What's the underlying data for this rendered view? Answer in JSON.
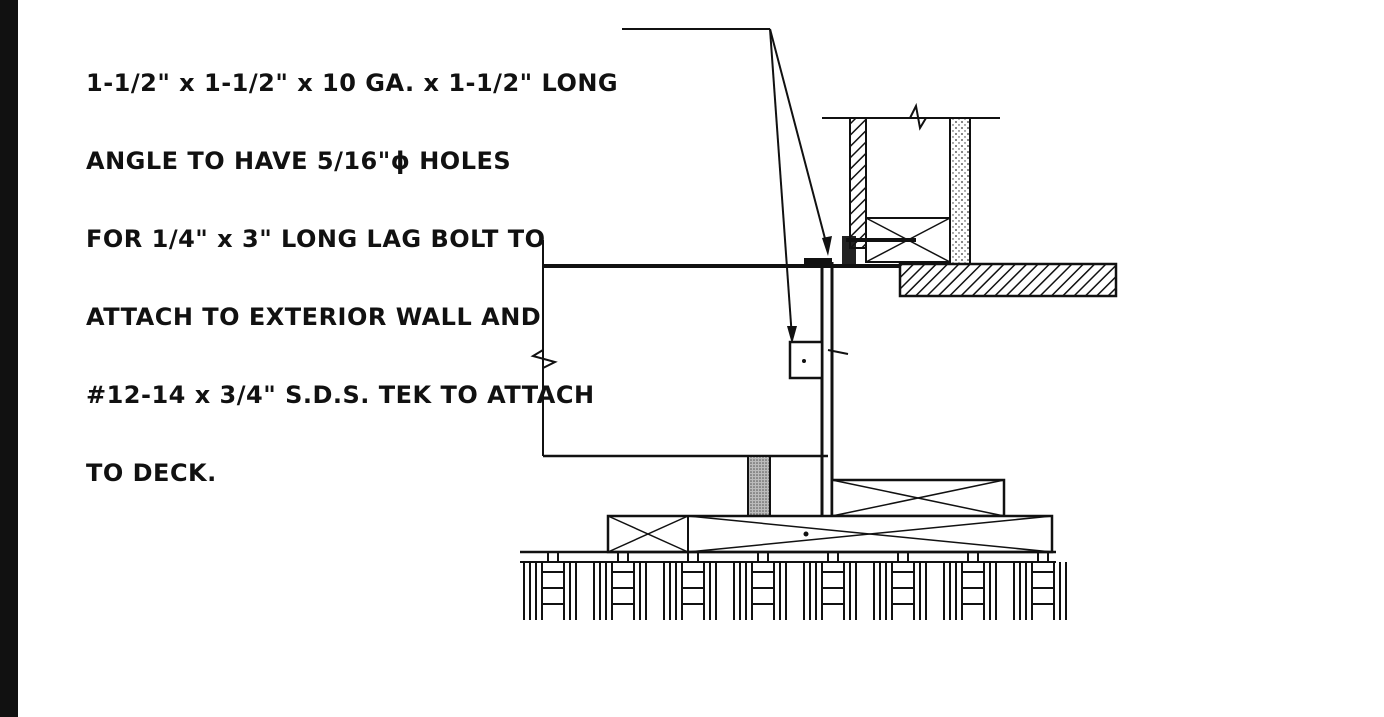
{
  "note": {
    "lines": [
      "1-1/2\" x 1-1/2\" x 10 GA. x 1-1/2\" LONG",
      "ANGLE TO HAVE 5/16\"ϕ HOLES",
      "FOR 1/4\" x 3\" LONG LAG BOLT TO",
      "ATTACH TO EXTERIOR WALL AND",
      "#12-14 x 3/4\" S.D.S. TEK TO ATTACH",
      "TO DECK."
    ]
  },
  "colors": {
    "ink": "#111111",
    "paper": "#ffffff",
    "hatch": "#555555"
  }
}
